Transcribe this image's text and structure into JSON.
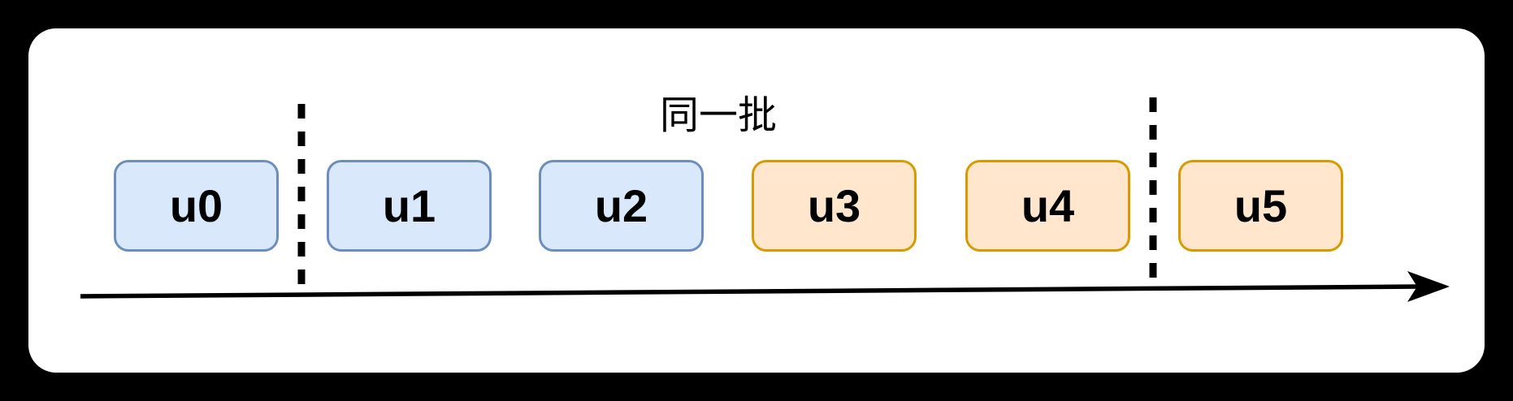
{
  "scene": {
    "page_background": "#000000",
    "card_background": "#ffffff"
  },
  "diagram": {
    "batch_label": "同一批",
    "units": [
      {
        "label": "u0",
        "group": "blue"
      },
      {
        "label": "u1",
        "group": "blue"
      },
      {
        "label": "u2",
        "group": "blue"
      },
      {
        "label": "u3",
        "group": "orange"
      },
      {
        "label": "u4",
        "group": "orange"
      },
      {
        "label": "u5",
        "group": "orange"
      }
    ],
    "separator_count": 2,
    "colors": {
      "blue_fill": "#dae8fc",
      "blue_stroke": "#6c8ebf",
      "orange_fill": "#ffe6cc",
      "orange_stroke": "#d79b00",
      "line_color": "#000000",
      "text_color": "#000000"
    }
  }
}
